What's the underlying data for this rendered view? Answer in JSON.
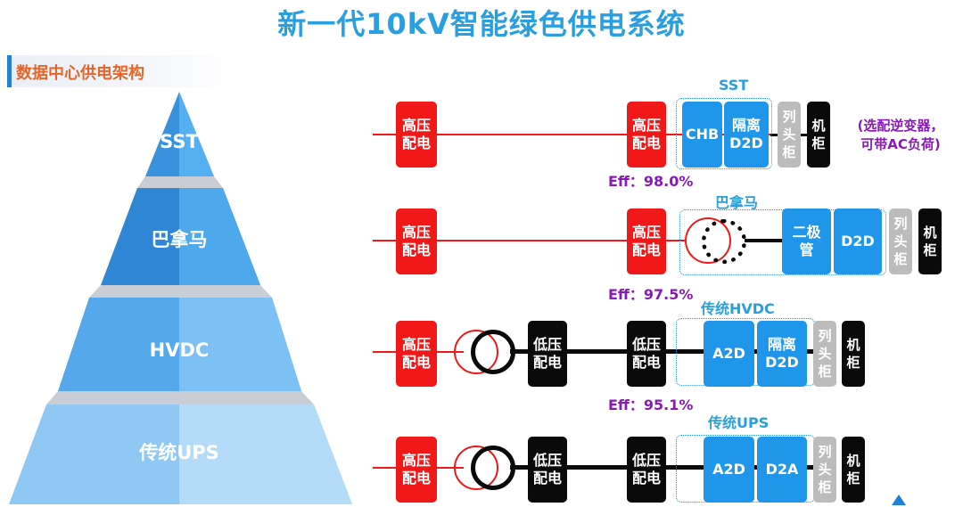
{
  "title": "新一代10kV智能绿色供电系统",
  "section_label": "数据中心供电架构",
  "pyramid": [
    "SST",
    "巴拿马",
    "HVDC",
    "传统UPS"
  ],
  "labels": {
    "hv": "高压\n配电",
    "lv": "低压\n配电",
    "chb": "CHB",
    "iso_d2d": "隔离\nD2D",
    "col_head": "列\n头\n柜",
    "rack": "机\n柜",
    "diode": "二极\n管",
    "d2d": "D2D",
    "a2d": "A2D",
    "d2a": "D2A"
  },
  "rows": [
    {
      "label": "SST",
      "eff": "Eff：98.0%",
      "note": "(选配逆变器，\n可带AC负荷)"
    },
    {
      "label": "巴拿马",
      "eff": "Eff：97.5%"
    },
    {
      "label": "传统HVDC",
      "eff": "Eff：95.1%"
    },
    {
      "label": "传统UPS"
    }
  ],
  "colors": {
    "title": "#2a9fe0",
    "red": "#f01818",
    "blue": "#1f96ea",
    "gray": "#bcbcbc",
    "black": "#0a0a0a",
    "purple": "#8a1ab8",
    "accent": "#e8652a"
  }
}
